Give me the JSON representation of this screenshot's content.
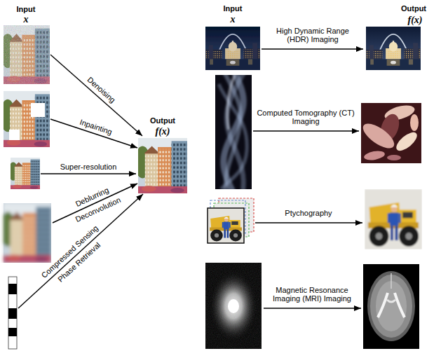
{
  "diagram": {
    "labels": [
      "Input",
      "x",
      "Denoising",
      "Inpainting",
      "Super-resolution",
      "Deblurring",
      "Deconvolution",
      "Compressed Sensing",
      "Phase Retrieval",
      "Output",
      "f(x)",
      "Input",
      "x",
      "High Dynamic Range (HDR) Imaging",
      "Output",
      "f(x)",
      "Computed Tomography (CT) Imaging",
      "Ptychography",
      "Magnetic Resonance Imaging (MRI) Imaging"
    ]
  }
}
